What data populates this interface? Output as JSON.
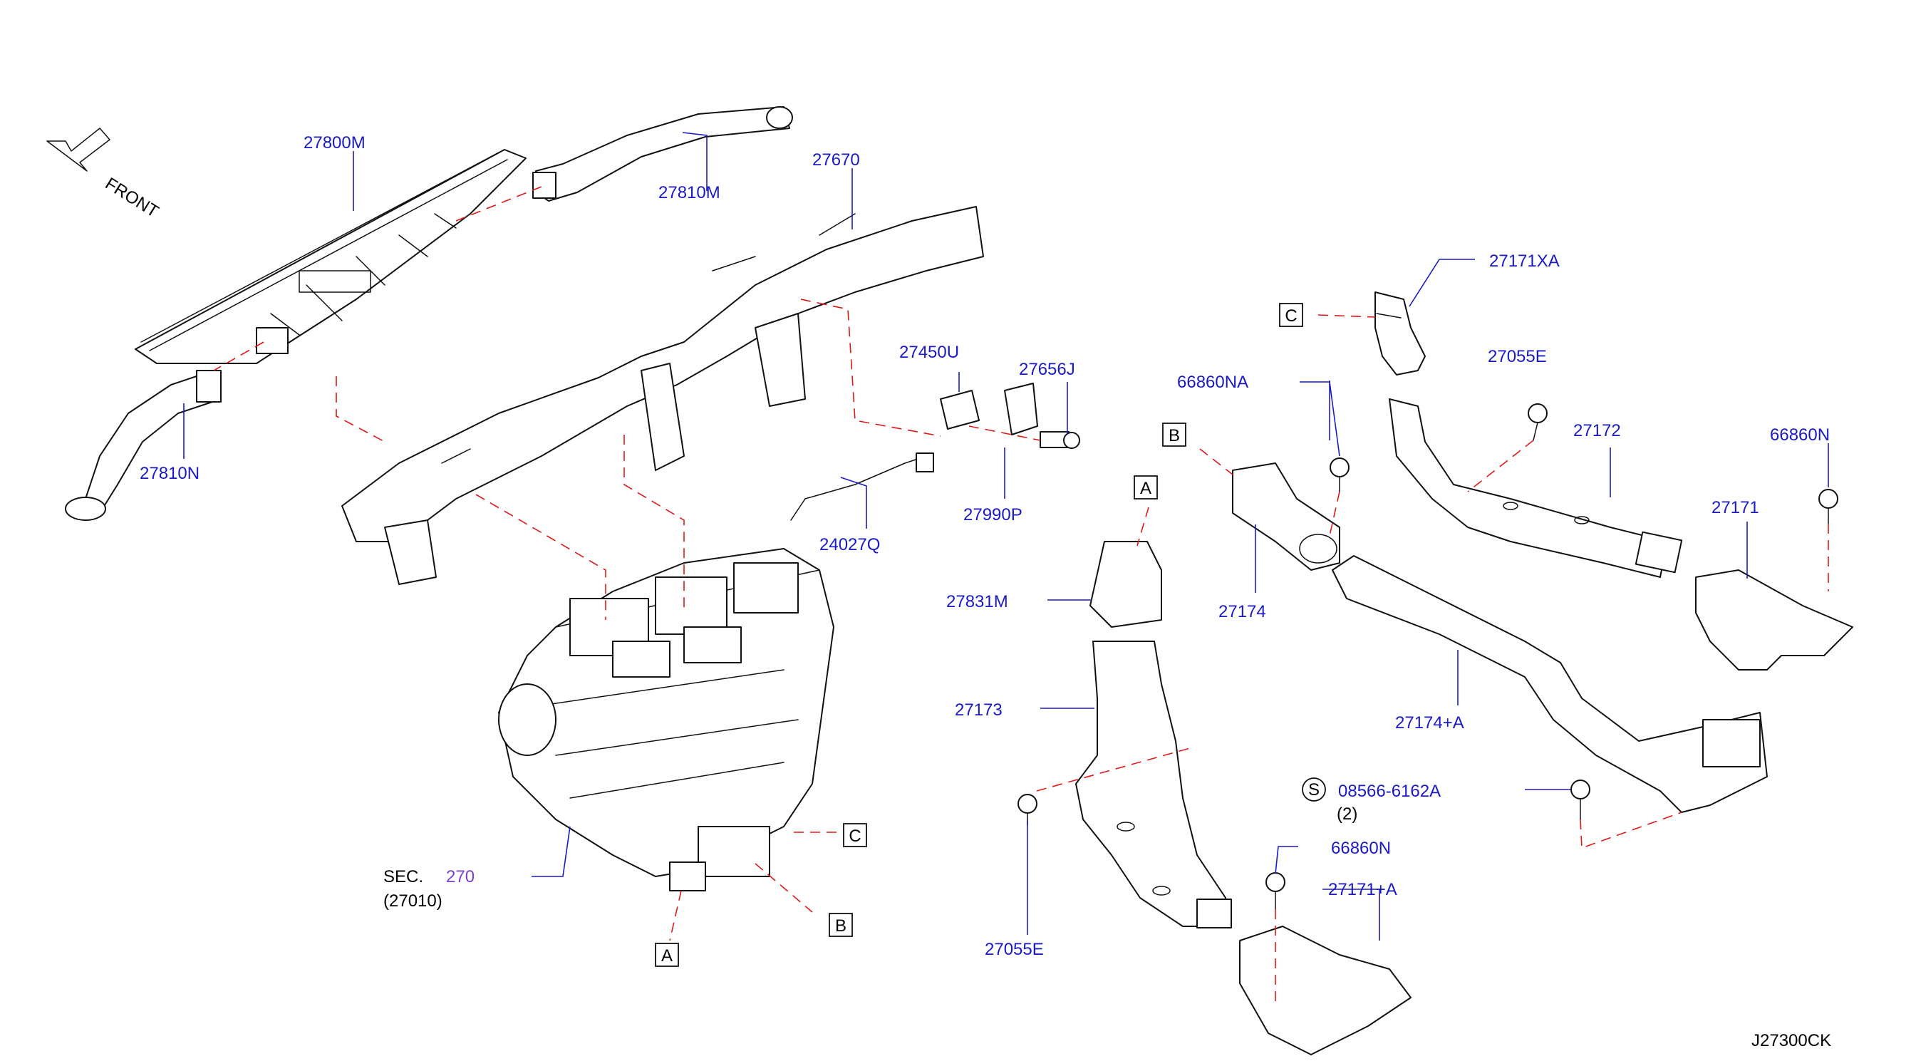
{
  "direction": {
    "label": "FRONT"
  },
  "drawing_code": "J27300CK",
  "sec_ref": {
    "prefix": "SEC.",
    "number": "270",
    "sub": "(27010)"
  },
  "callouts": {
    "a1": "A",
    "a2": "A",
    "b1": "B",
    "b2": "B",
    "c1": "C",
    "c2": "C"
  },
  "bolt_ref": {
    "symbol": "S",
    "part": "08566-6162A",
    "qty": "(2)"
  },
  "parts": {
    "p27800M": "27800M",
    "p27810M": "27810M",
    "p27810N": "27810N",
    "p27670": "27670",
    "p27450U": "27450U",
    "p27656J": "27656J",
    "p27990P": "27990P",
    "p24027Q": "24027Q",
    "p27171XA": "27171XA",
    "p27055E_a": "27055E",
    "p27055E_b": "27055E",
    "p66860NA": "66860NA",
    "p66860N_a": "66860N",
    "p66860N_b": "66860N",
    "p27172": "27172",
    "p27171": "27171",
    "p27174": "27174",
    "p27174A": "27174+A",
    "p27831M": "27831M",
    "p27173": "27173",
    "p27171A": "27171+A"
  }
}
